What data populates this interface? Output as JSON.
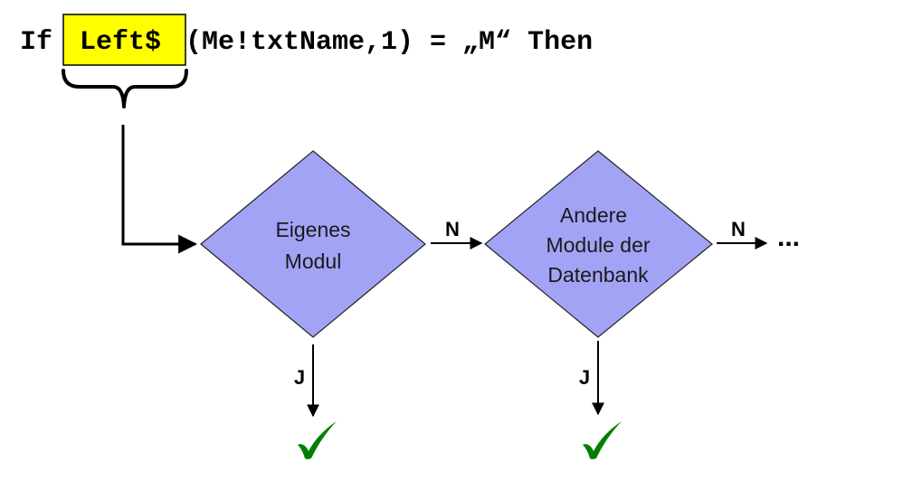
{
  "code_line": {
    "if_keyword": "If",
    "highlighted_function": "Left$",
    "rest": "(Me!txtName,1) = „M“ Then"
  },
  "nodes": [
    {
      "id": "eigenes-modul",
      "lines": [
        "Eigenes",
        "Modul"
      ]
    },
    {
      "id": "andere-module",
      "lines": [
        "Andere",
        "Module der",
        "Datenbank"
      ]
    }
  ],
  "edges": {
    "no_label": "N",
    "yes_label": "J",
    "continuation": "..."
  },
  "colors": {
    "highlight_fill": "#ffff00",
    "diamond_fill": "#a3a3f5",
    "check_color": "#008000"
  },
  "icons": {
    "yes_result": "checkmark-icon"
  }
}
